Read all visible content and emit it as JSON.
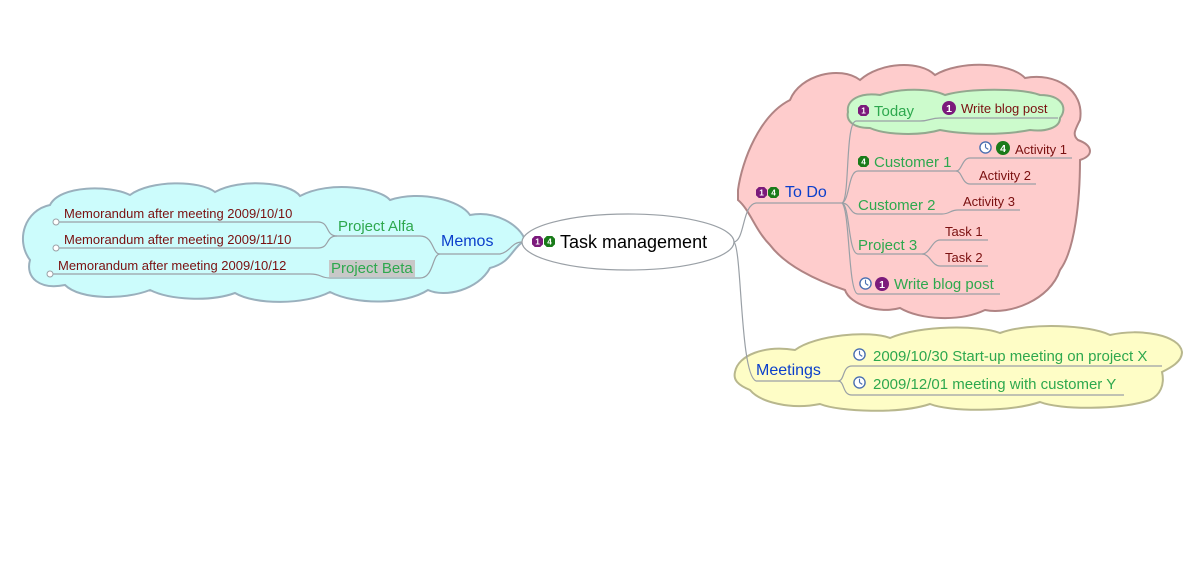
{
  "root": {
    "label": "Task management",
    "icons": [
      "priority-1-icon",
      "priority-4-icon"
    ]
  },
  "memos": {
    "label": "Memos",
    "project_alfa": "Project Alfa",
    "project_beta": "Project Beta",
    "memo_1": "Memorandum after meeting 2009/10/10",
    "memo_2": "Memorandum after meeting 2009/11/10",
    "memo_3": "Memorandum after meeting 2009/10/12"
  },
  "todo": {
    "label": "To Do",
    "today": "Today",
    "today_task": "Write blog post",
    "customer_1": "Customer 1",
    "activity_1": "Activity 1",
    "activity_2": "Activity 2",
    "customer_2": "Customer 2",
    "activity_3": "Activity 3",
    "project_3": "Project 3",
    "task_1": "Task 1",
    "task_2": "Task 2",
    "write_blog_post": "Write blog post",
    "priority_1_mark": "1",
    "priority_4_mark": "4"
  },
  "meetings": {
    "label": "Meetings",
    "meeting_1": "2009/10/30 Start-up meeting on project X",
    "meeting_2": "2009/12/01 meeting with customer Y"
  },
  "colors": {
    "memos_cloud": "#ccfcfc",
    "memos_cloud_border": "#9ab0bd",
    "todo_cloud": "#fecccc",
    "todo_cloud_border": "#b08484",
    "today_cloud": "#ccfbcc",
    "today_cloud_border": "#93a88f",
    "meetings_cloud": "#fefdc6",
    "meetings_cloud_border": "#b8b78d",
    "branch_text": "#0b3fcb",
    "subtopic_text": "#2ea84e",
    "leaf_text": "#7a1010",
    "priority_1": "#7b1a7b",
    "priority_4": "#1a7b1a",
    "edge": "#9aa0a6"
  }
}
